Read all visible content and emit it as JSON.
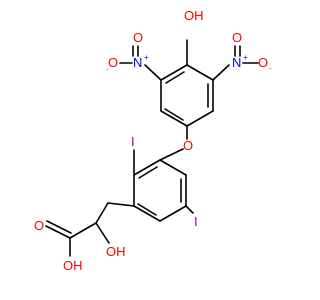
{
  "colors": {
    "bond": "#000000",
    "O": "#ff0000",
    "N": "#0000ff",
    "I": "#940094"
  },
  "atom_labels": {
    "phenol_OH": "OH",
    "ether_O": "O",
    "iodine_top": "I",
    "iodine_bottom": "I",
    "left_nitro_N": "N",
    "left_nitro_N_charge": "+",
    "left_nitro_O": "O",
    "left_nitro_O_charge": "-",
    "right_nitro_N": "N",
    "right_nitro_N_charge": "+",
    "right_nitro_O": "O",
    "right_nitro_O_charge": "-",
    "carbonyl_O": "O",
    "hydroxyl_OH": "OH",
    "acid_OH": "OH"
  }
}
